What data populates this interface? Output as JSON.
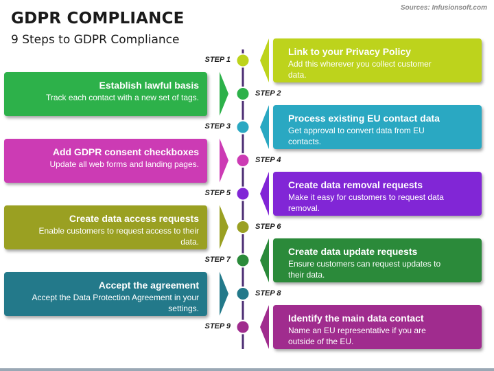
{
  "title": "GDPR COMPLIANCE",
  "subtitle": "9 Steps to GDPR Compliance",
  "source": "Sources: Infusionsoft.com",
  "steps": [
    {
      "step": "STEP 1",
      "heading": "Link to your Privacy Policy",
      "desc": "Add this wherever you collect customer data.",
      "side": "right",
      "color": "#bdd31c"
    },
    {
      "step": "STEP 2",
      "heading": "Establish lawful basis",
      "desc": "Track each contact with a new set of tags.",
      "side": "left",
      "color": "#2db14a"
    },
    {
      "step": "STEP 3",
      "heading": "Process existing EU contact data",
      "desc": "Get approval to convert data from EU contacts.",
      "side": "right",
      "color": "#2aa8c2"
    },
    {
      "step": "STEP 4",
      "heading": "Add GDPR consent checkboxes",
      "desc": "Update all web forms and landing pages.",
      "side": "left",
      "color": "#cc3bb4"
    },
    {
      "step": "STEP 5",
      "heading": "Create data removal requests",
      "desc": "Make it easy for customers to request data removal.",
      "side": "right",
      "color": "#8126d6"
    },
    {
      "step": "STEP 6",
      "heading": "Create data access requests",
      "desc": "Enable customers to request access to their data.",
      "side": "left",
      "color": "#9aa022"
    },
    {
      "step": "STEP 7",
      "heading": "Create data update requests",
      "desc": "Ensure customers can request updates to their data.",
      "side": "right",
      "color": "#2b8a3a"
    },
    {
      "step": "STEP 8",
      "heading": "Accept the agreement",
      "desc": "Accept the Data Protection Agreement in your settings.",
      "side": "left",
      "color": "#23798a"
    },
    {
      "step": "STEP 9",
      "heading": "Identify the main data contact",
      "desc": "Name an EU representative if you are outside of the EU.",
      "side": "right",
      "color": "#a02c8e"
    }
  ],
  "spine_color": "#4c2d73",
  "footer_color": "#9aa8b5"
}
